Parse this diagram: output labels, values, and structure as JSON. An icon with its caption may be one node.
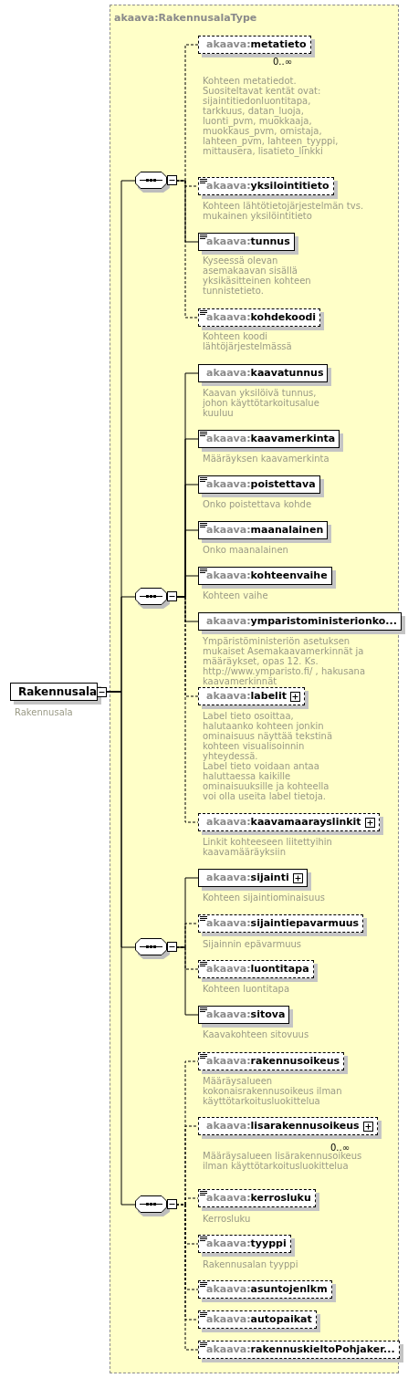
{
  "diagram": {
    "nodes": [
      {
        "text": [
          "Rakennusala"
        ],
        "beside": [
          "Rakennusala"
        ]
      },
      {
        "text": [
          "akaava:RakennusalaType"
        ]
      },
      {
        "text": [],
        "shape": "octagon",
        "in": 1
      },
      {
        "text": [
          "akaava:**metatieto**"
        ],
        "in": 1,
        "beside": [
          "0..∞",
          "Kohteen metatiedot. Suositeltavat kentät ovat: sijaintitiedonluontitapa, tarkkuus, datan_luoja, luonti_pvm, muokkaaja, muokkaus_pvm, omistaja, lahteen_pvm, lahteen_tyyppi, mittausera, lisatieto_linkki"
        ]
      },
      {
        "text": [
          "akaava:**yksilointitieto**"
        ],
        "in": 1,
        "beside": [
          "Kohteen lähtötietojärjestelmän tvs. mukainen yksilöintitieto"
        ]
      },
      {
        "text": [
          "akaava:**tunnus**"
        ],
        "in": 1,
        "beside": [
          "Kyseessä olevan asemakaavan sisällä yksikäsitteinen kohteen tunnistetieto."
        ]
      },
      {
        "text": [
          "akaava:**kohdekoodi**"
        ],
        "in": 1,
        "beside": [
          "Kohteen koodi lähtöjärjestelmässä"
        ]
      },
      {
        "text": [],
        "shape": "octagon",
        "in": 1
      },
      {
        "text": [
          "akaava:**kaavatunnus**"
        ],
        "in": 1,
        "beside": [
          "Kaavan yksilöivä tunnus, johon käyttötarkoitusalue kuuluu"
        ]
      },
      {
        "text": [
          "akaava:**kaavamerkinta**"
        ],
        "in": 1,
        "beside": [
          "Määräyksen kaavamerkinta"
        ]
      },
      {
        "text": [
          "akaava:**poistettava**"
        ],
        "in": 1,
        "beside": [
          "Onko poistettava kohde"
        ]
      },
      {
        "text": [
          "akaava:**maanalainen**"
        ],
        "in": 1,
        "beside": [
          "Onko maanalainen"
        ]
      },
      {
        "text": [
          "akaava:**kohteenvaihe**"
        ],
        "in": 1,
        "beside": [
          "Kohteen vaihe"
        ]
      },
      {
        "text": [
          "akaava:**ymparistoministerionko...**"
        ],
        "in": 1,
        "beside": [
          "Ympäristöministeriön asetuksen mukaiset Asemakaavamerkinnät ja määräykset, opas 12. Ks. http://www.ymparisto.fi/ , hakusana kaavamerkinnät"
        ]
      },
      {
        "text": [
          "akaava:**labelit**"
        ],
        "in": 1,
        "beside": [
          "Label tieto osoittaa, halutaanko kohteen jonkin ominaisuus näyttää tekstinä kohteen visualisoinnin yhteydessä.",
          "Label tieto voidaan antaa haluttaessa kaikille ominaisuuksille ja kohteella voi olla useita label tietoja."
        ]
      },
      {
        "text": [
          "akaava:**kaavamaarayslinkit**"
        ],
        "in": 1,
        "beside": [
          "Linkit kohteeseen liitettyihin kaavamääräyksiin"
        ]
      },
      {
        "text": [],
        "shape": "octagon",
        "in": 1
      },
      {
        "text": [
          "akaava:**sijainti**"
        ],
        "in": 1,
        "beside": [
          "Kohteen sijaintiominaisuus"
        ]
      },
      {
        "text": [
          "akaava:**sijaintiepavarmuus**"
        ],
        "in": 1,
        "beside": [
          "Sijainnin epävarmuus"
        ]
      },
      {
        "text": [
          "akaava:**luontitapa**"
        ],
        "in": 1,
        "beside": [
          "Kohteen luontitapa"
        ]
      },
      {
        "text": [
          "akaava:**sitova**"
        ],
        "in": 1,
        "beside": [
          "Kaavakohteen sitovuus"
        ]
      },
      {
        "text": [],
        "shape": "octagon",
        "in": 1
      },
      {
        "text": [
          "akaava:**rakennusoikeus**"
        ],
        "in": 1,
        "beside": [
          "Määräysalueen kokonaisrakennusoikeus ilman käyttötarkoitusluokittelua"
        ]
      },
      {
        "text": [
          "akaava:**lisarakennusoikeus**"
        ],
        "in": 1,
        "beside": [
          "0..∞",
          "Määräysalueen lisärakennusoikeus ilman käyttötarkoitusluokittelua"
        ]
      },
      {
        "text": [
          "akaava:**kerrosluku**"
        ],
        "in": 1,
        "beside": [
          "Kerrosluku"
        ]
      },
      {
        "text": [
          "akaava:**tyyppi**"
        ],
        "in": 1,
        "beside": [
          "Rakennusalan tyyppi"
        ]
      },
      {
        "text": [
          "akaava:**asuntojenlkm**"
        ],
        "in": 1
      },
      {
        "text": [
          "akaava:**autopaikat**"
        ],
        "in": 1
      },
      {
        "text": [
          "akaava:**rakennuskieltoPohjaker...**"
        ],
        "in": 1
      }
    ],
    "edges": [
      {
        "from": 0,
        "to": 2,
        "arrow": "none"
      },
      {
        "from": 0,
        "to": 7,
        "arrow": "none"
      },
      {
        "from": 0,
        "to": 16,
        "arrow": "none"
      },
      {
        "from": 0,
        "to": 21,
        "arrow": "none"
      },
      {
        "from": 2,
        "to": 3,
        "arrow": "none",
        "style": "dashed"
      },
      {
        "from": 2,
        "to": 4,
        "arrow": "none",
        "style": "dashed"
      },
      {
        "from": 2,
        "to": 5,
        "arrow": "none"
      },
      {
        "from": 2,
        "to": 6,
        "arrow": "none",
        "style": "dashed"
      },
      {
        "from": 7,
        "to": 8,
        "arrow": "none"
      },
      {
        "from": 7,
        "to": 9,
        "arrow": "none"
      },
      {
        "from": 7,
        "to": 10,
        "arrow": "none"
      },
      {
        "from": 7,
        "to": 11,
        "arrow": "none"
      },
      {
        "from": 7,
        "to": 12,
        "arrow": "none"
      },
      {
        "from": 7,
        "to": 13,
        "arrow": "none"
      },
      {
        "from": 7,
        "to": 14,
        "arrow": "none",
        "style": "dashed"
      },
      {
        "from": 7,
        "to": 15,
        "arrow": "none",
        "style": "dashed"
      },
      {
        "from": 16,
        "to": 17,
        "arrow": "none"
      },
      {
        "from": 16,
        "to": 18,
        "arrow": "none",
        "style": "dashed"
      },
      {
        "from": 16,
        "to": 19,
        "arrow": "none",
        "style": "dashed"
      },
      {
        "from": 16,
        "to": 20,
        "arrow": "none"
      },
      {
        "from": 21,
        "to": 22,
        "arrow": "none",
        "style": "dashed"
      },
      {
        "from": 21,
        "to": 23,
        "arrow": "none",
        "style": "dashed"
      },
      {
        "from": 21,
        "to": 24,
        "arrow": "none",
        "style": "dashed"
      },
      {
        "from": 21,
        "to": 25,
        "arrow": "none",
        "style": "dashed"
      },
      {
        "from": 21,
        "to": 26,
        "arrow": "none",
        "style": "dashed"
      },
      {
        "from": 21,
        "to": 27,
        "arrow": "none",
        "style": "dashed"
      },
      {
        "from": 21,
        "to": 28,
        "arrow": "none",
        "style": "dashed"
      }
    ]
  }
}
